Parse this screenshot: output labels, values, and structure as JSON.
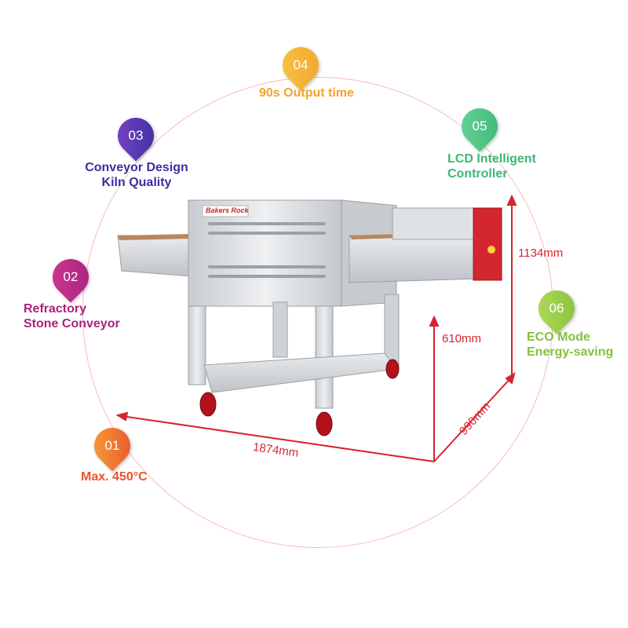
{
  "features": [
    {
      "number": "01",
      "text": [
        "Max. 450°C"
      ],
      "color": "#e8542a"
    },
    {
      "number": "02",
      "text": [
        "Refractory",
        "Stone Conveyor"
      ],
      "color": "#a8237e"
    },
    {
      "number": "03",
      "text": [
        "Conveyor Design",
        "Kiln Quality"
      ],
      "color": "#3b2f9e"
    },
    {
      "number": "04",
      "text": [
        "90s Output time"
      ],
      "color": "#f2a32b"
    },
    {
      "number": "05",
      "text": [
        "LCD Intelligent",
        "Controller"
      ],
      "color": "#3bb774"
    },
    {
      "number": "06",
      "text": [
        "ECO Mode",
        "Energy-saving"
      ],
      "color": "#86c03e"
    }
  ],
  "brand": "Bakers Rock",
  "dimensions": {
    "length": "1874mm",
    "depth": "990mm",
    "height_total": "1134mm",
    "height_belt": "610mm"
  },
  "colors": {
    "dimension": "#d6242f",
    "ring": "#f6bcc0",
    "steel": "#d9dcdf"
  }
}
